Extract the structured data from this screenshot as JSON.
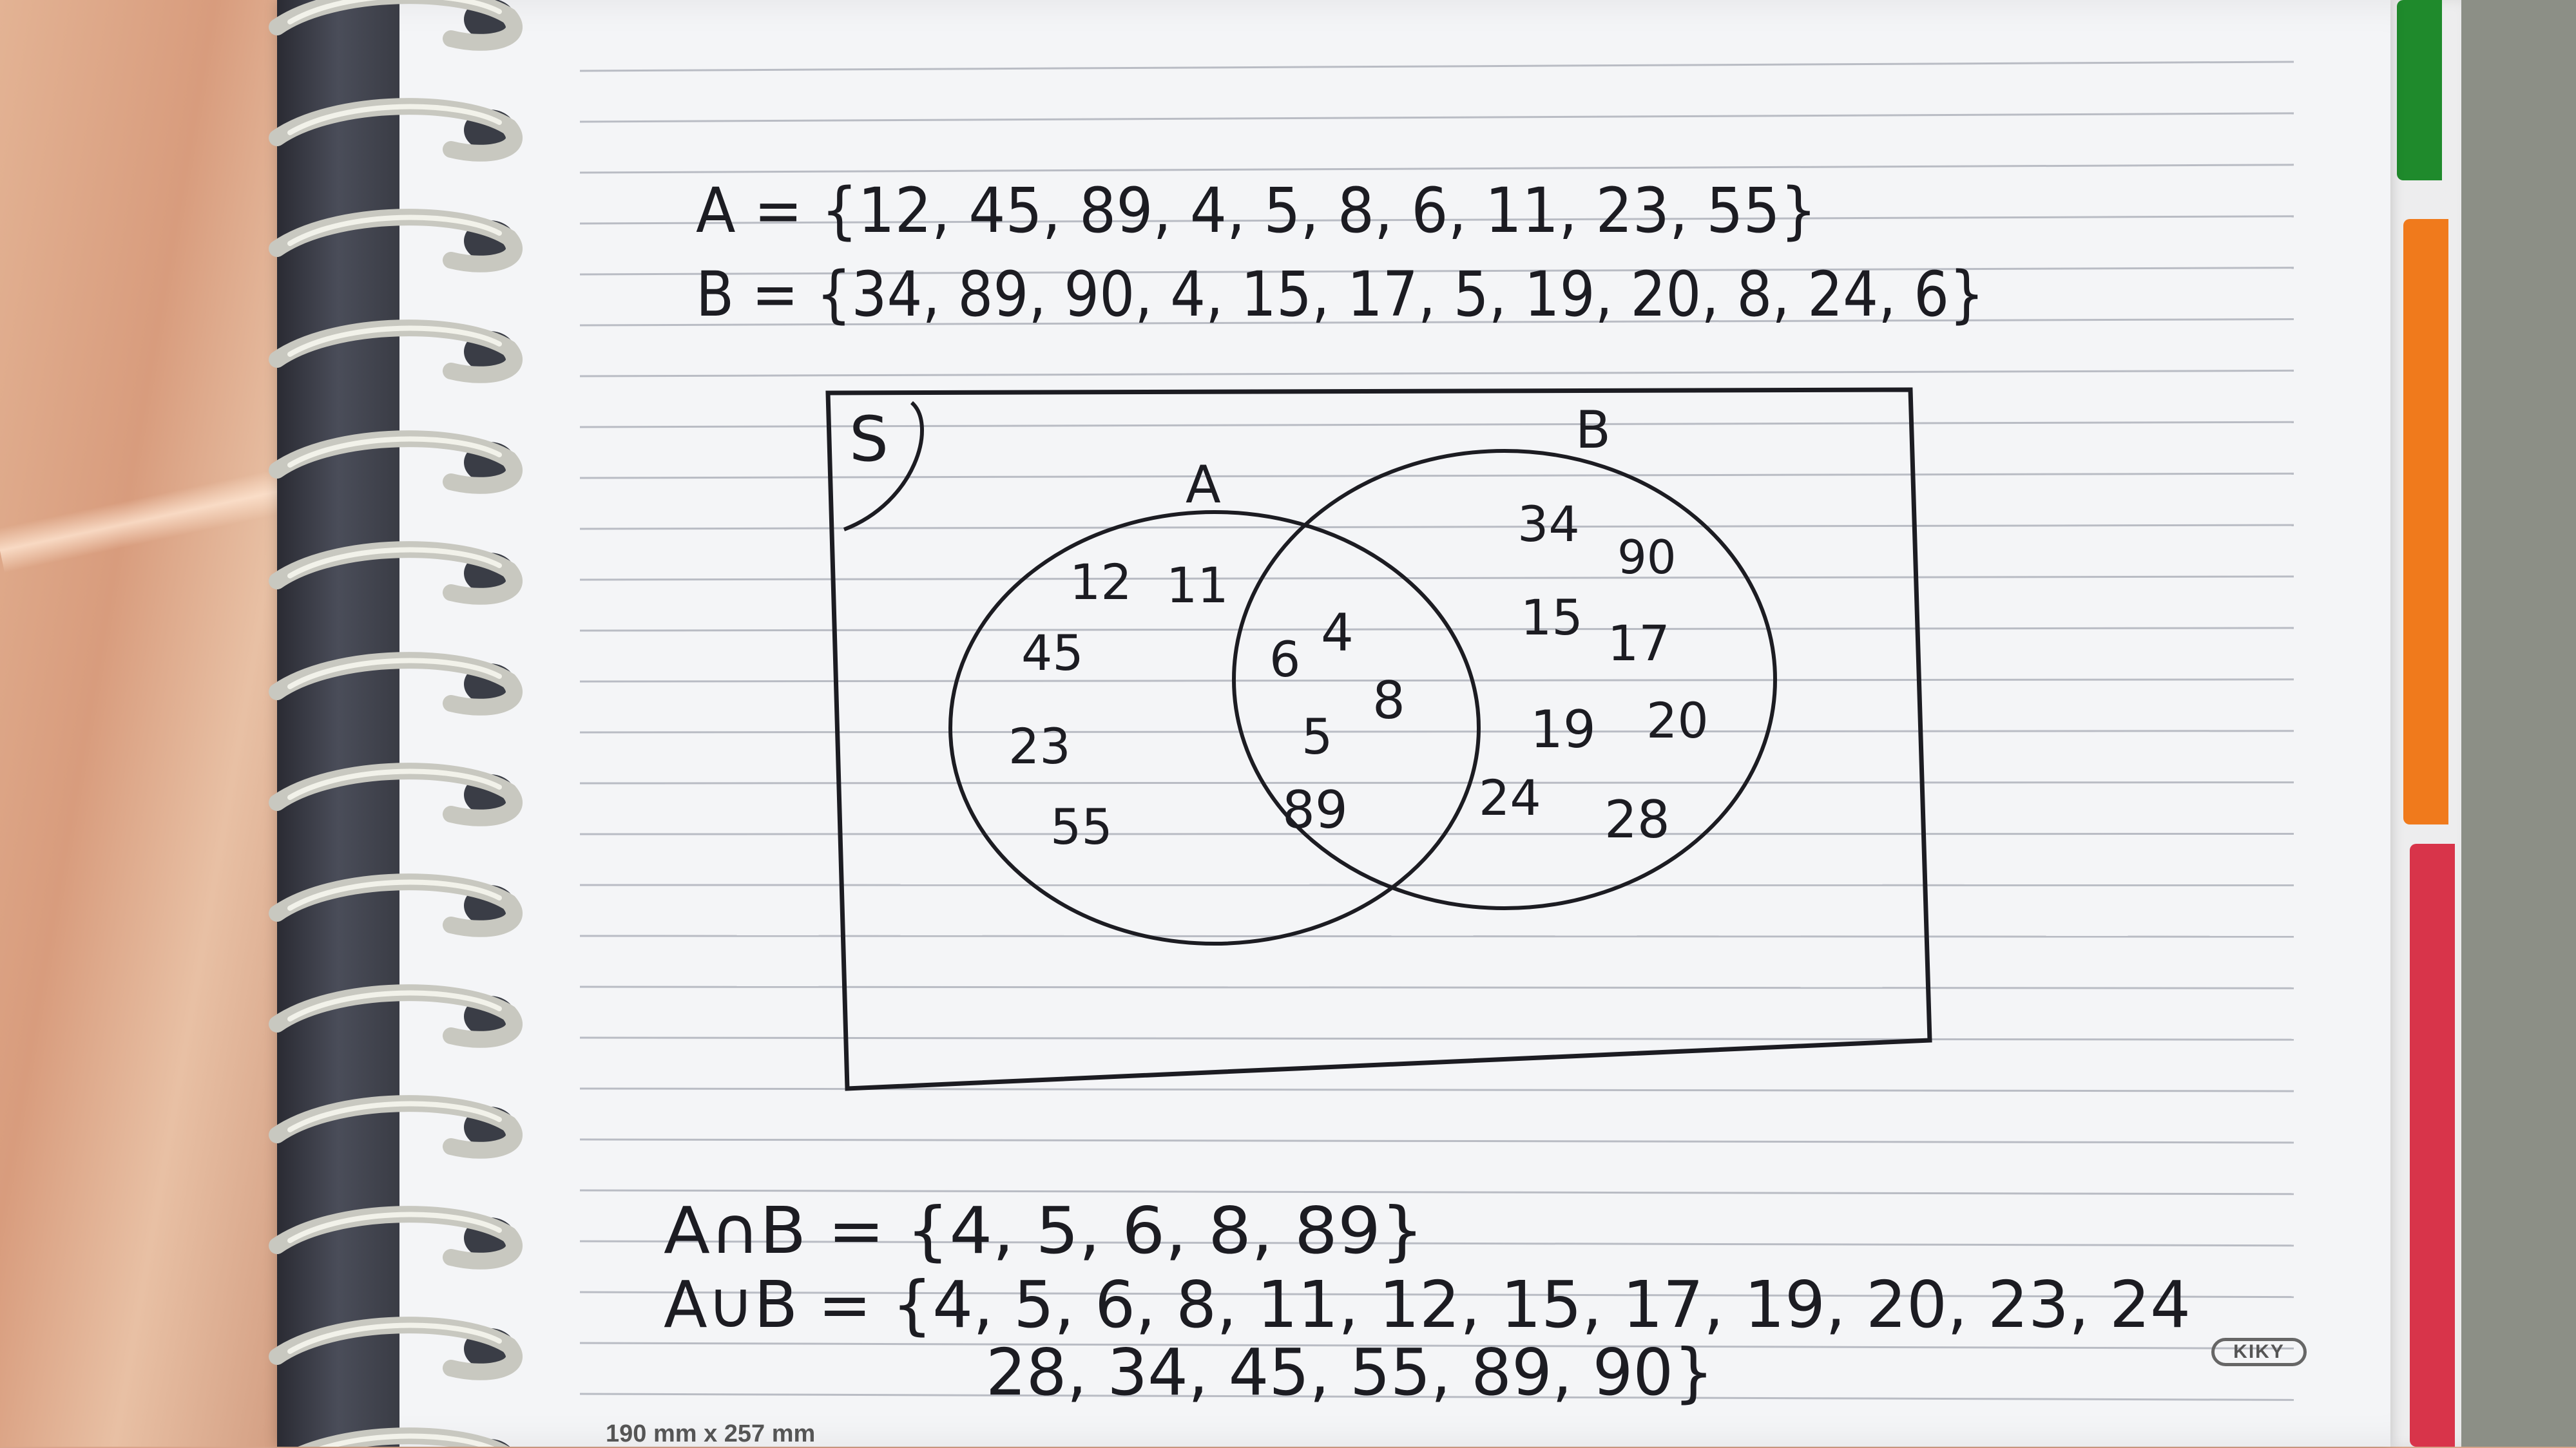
{
  "notes": {
    "set_a": "A = {12, 45, 89, 4, 5, 8, 6, 11, 23, 55}",
    "set_b": "B = {34, 89, 90, 4, 15, 17, 5, 19, 20, 8, 24, 6}",
    "intersection": "A∩B = {4, 5, 6, 8, 89}",
    "union_line1": "A∪B = {4, 5, 6, 8, 11, 12, 15, 17, 19, 20, 23, 24",
    "union_line2": "28, 34, 45, 55, 89, 90}"
  },
  "venn": {
    "universe_label": "S",
    "label_a": "A",
    "label_b": "B",
    "only_a": [
      "12",
      "11",
      "45",
      "23",
      "55"
    ],
    "both": [
      "6",
      "4",
      "8",
      "5",
      "89"
    ],
    "only_b": [
      "34",
      "90",
      "15",
      "17",
      "19",
      "20",
      "24",
      "28"
    ]
  },
  "notebook": {
    "brand": "KIKY",
    "size": "190 mm x 257 mm"
  },
  "colors": {
    "ink": "#1c1c22",
    "tab_green": "#1f8a2c",
    "tab_orange": "#f07a1c",
    "tab_red": "#d8344a"
  }
}
